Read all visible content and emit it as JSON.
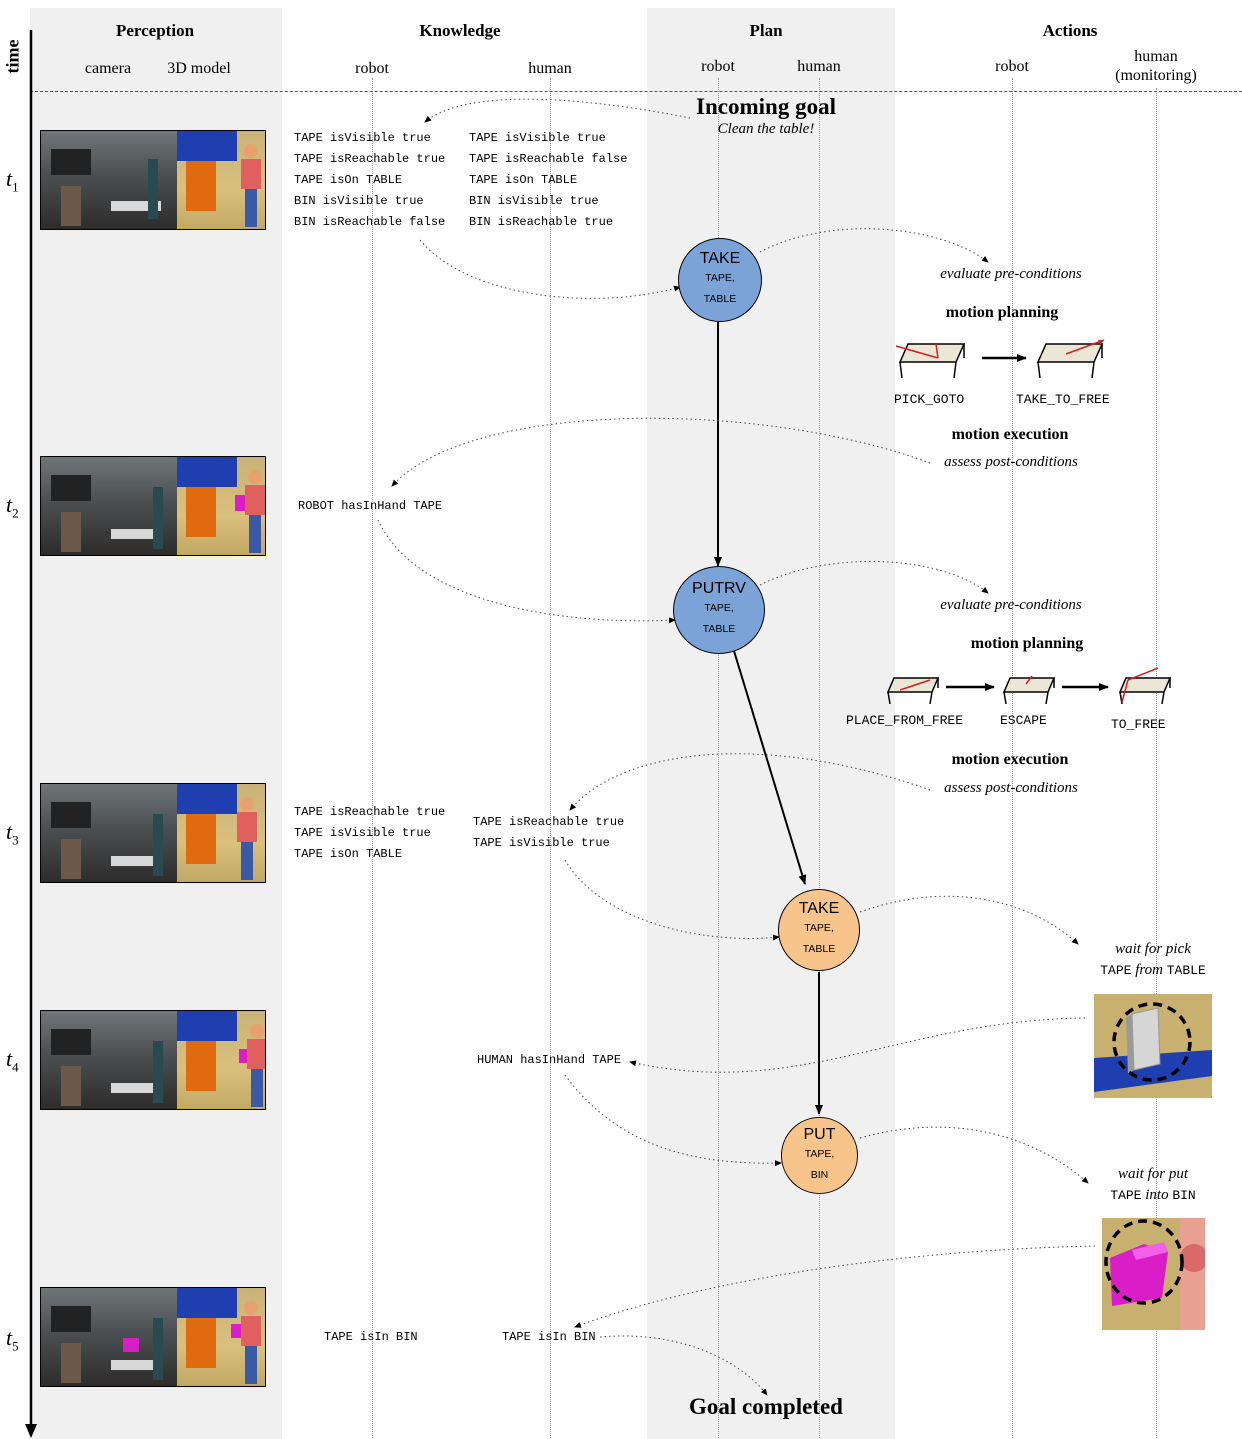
{
  "header": {
    "time": "time",
    "columns": [
      {
        "title": "Perception",
        "subs": [
          "camera",
          "3D model"
        ]
      },
      {
        "title": "Knowledge",
        "subs": [
          "robot",
          "human"
        ]
      },
      {
        "title": "Plan",
        "subs": [
          "robot",
          "human"
        ]
      },
      {
        "title": "Actions",
        "subs": [
          "robot",
          "human\n(monitoring)"
        ]
      }
    ]
  },
  "time_steps": [
    {
      "t": "t",
      "sub": "1"
    },
    {
      "t": "t",
      "sub": "2"
    },
    {
      "t": "t",
      "sub": "3"
    },
    {
      "t": "t",
      "sub": "4"
    },
    {
      "t": "t",
      "sub": "5"
    }
  ],
  "goal": {
    "title": "Incoming goal",
    "subtitle": "Clean the table!",
    "completed": "Goal completed"
  },
  "knowledge": {
    "t1_robot": "TAPE isVisible true\nTAPE isReachable true\nTAPE isOn TABLE\nBIN isVisible true\nBIN isReachable false",
    "t1_human": "TAPE isVisible true\nTAPE isReachable false\nTAPE isOn TABLE\nBIN isVisible true\nBIN isReachable true",
    "t2_robot": "ROBOT hasInHand TAPE",
    "t3_robot": "TAPE isReachable true\nTAPE isVisible true\nTAPE isOn TABLE",
    "t3_human": "TAPE isReachable true\nTAPE isVisible true",
    "t4_human": "HUMAN hasInHand TAPE",
    "t5_robot": "TAPE isIn BIN",
    "t5_human": "TAPE isIn BIN"
  },
  "plan": [
    {
      "label": "TAKE",
      "param1": "TAPE,",
      "param2": "TABLE",
      "agent": "robot"
    },
    {
      "label": "PUTRV",
      "param1": "TAPE,",
      "param2": "TABLE",
      "agent": "robot"
    },
    {
      "label": "TAKE",
      "param1": "TAPE,",
      "param2": "TABLE",
      "agent": "human"
    },
    {
      "label": "PUT",
      "param1": "TAPE,",
      "param2": "BIN",
      "agent": "human"
    }
  ],
  "actions": {
    "eval1": "evaluate pre-conditions",
    "mp1": "motion planning",
    "mp1_steps": [
      "PICK_GOTO",
      "TAKE_TO_FREE"
    ],
    "me1": "motion execution",
    "assess1": "assess post-conditions",
    "eval2": "evaluate pre-conditions",
    "mp2": "motion planning",
    "mp2_steps": [
      "PLACE_FROM_FREE",
      "ESCAPE",
      "TO_FREE"
    ],
    "me2": "motion execution",
    "assess2": "assess post-conditions",
    "wait_pick": {
      "line1": "wait for pick",
      "obj": "TAPE",
      "prep": "from",
      "loc": "TABLE"
    },
    "wait_put": {
      "line1": "wait for put",
      "obj": "TAPE",
      "prep": "into",
      "loc": "BIN"
    }
  },
  "colors": {
    "robot_node": "#7ba3d8",
    "human_node": "#f7c58b",
    "column_bg": "#f0f0f0",
    "arrow_red": "#d62020",
    "bin_magenta": "#d91ec8"
  }
}
